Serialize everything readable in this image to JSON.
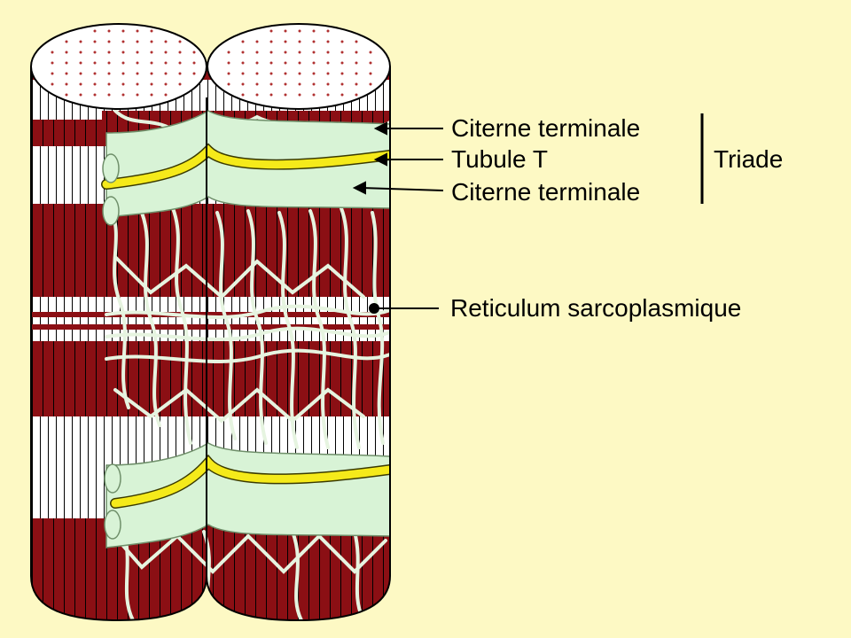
{
  "labels": {
    "citerne_top": "Citerne terminale",
    "tubule_t": "Tubule T",
    "citerne_bottom": "Citerne terminale",
    "triade": "Triade",
    "reticulum": "Reticulum sarcoplasmique"
  },
  "colors": {
    "background": "#fdf9c4",
    "myofibril_dark": "#8b0f14",
    "myofibril_light": "#ffffff",
    "cistern": "#d8f3d6",
    "t_tubule": "#f5ea1a",
    "reticulum": "#e6f4e0"
  }
}
